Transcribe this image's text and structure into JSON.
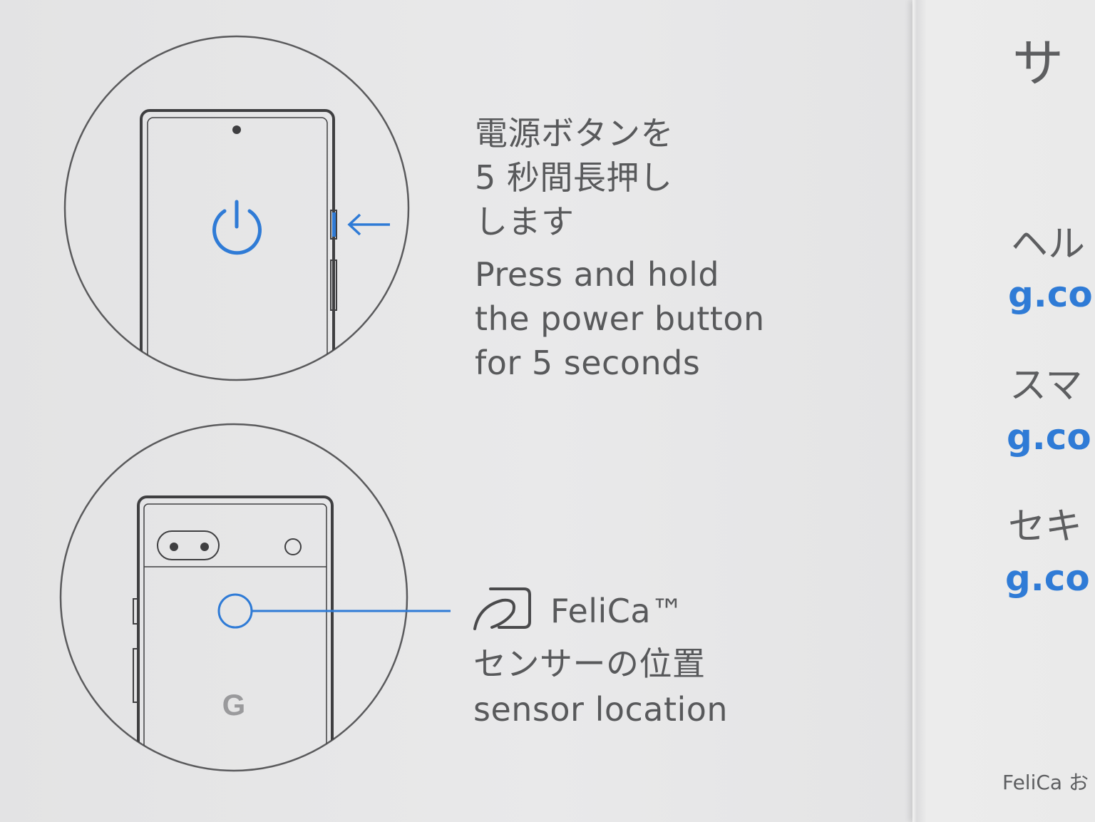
{
  "left_panel": {
    "power_step": {
      "text_ja": [
        "電源ボタンを",
        "5 秒間長押し",
        "します"
      ],
      "text_en": [
        "Press and hold",
        "the power button",
        "for 5 seconds"
      ],
      "icons": [
        "power-icon",
        "arrow-left-icon",
        "phone-front-illustration"
      ]
    },
    "felica_step": {
      "brand": "FeliCa™",
      "text_ja": "センサーの位置",
      "text_en": "sensor location",
      "phone_logo": "G",
      "icons": [
        "felica-icon",
        "sensor-marker-icon",
        "phone-back-illustration"
      ]
    }
  },
  "right_panel": {
    "heading": "サ",
    "items": [
      {
        "label": "ヘル",
        "link": "g.co"
      },
      {
        "label": "スマ",
        "link": "g.co"
      },
      {
        "label": "セキ",
        "link": "g.co"
      }
    ],
    "footnote": "FeliCa お"
  },
  "colors": {
    "accent_blue": "#2f7bd6",
    "line_gray": "#4a4a4c",
    "text_gray": "#58595b",
    "paper": "#e8e8e9"
  }
}
